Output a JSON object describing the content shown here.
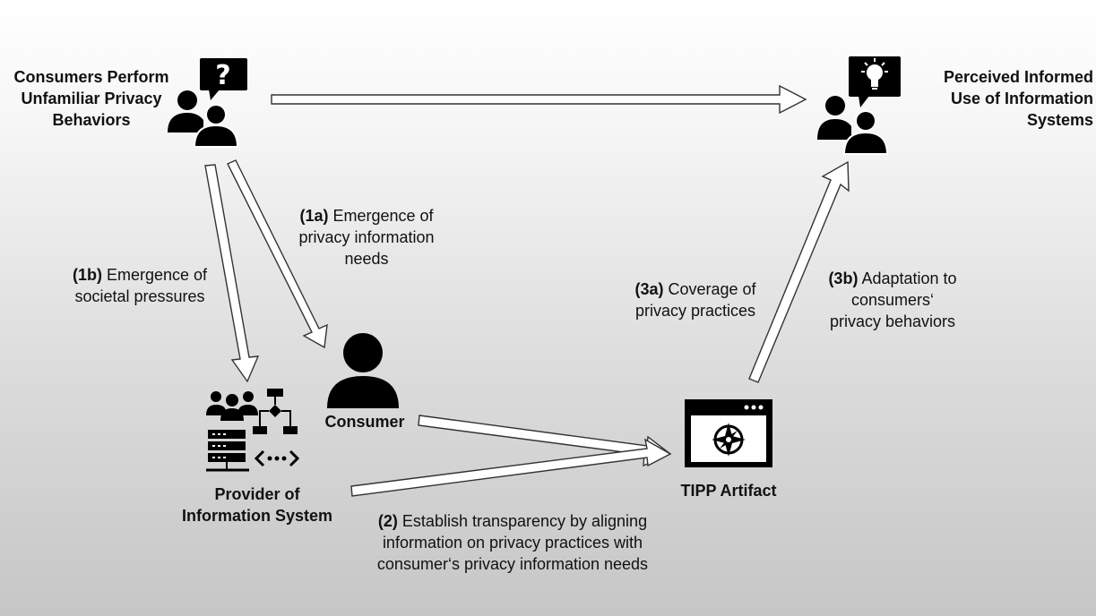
{
  "nodes": {
    "consumers_perform": {
      "title_lines": [
        "Consumers Perform",
        "Unfamiliar Privacy",
        "Behaviors"
      ],
      "icon": "people-question-icon"
    },
    "perceived_informed": {
      "title_lines": [
        "Perceived Informed",
        "Use of Information",
        "Systems"
      ],
      "icon": "people-lightbulb-icon"
    },
    "consumer": {
      "title": "Consumer",
      "icon": "person-icon"
    },
    "provider": {
      "title_lines": [
        "Provider of",
        "Information System"
      ],
      "icon": "provider-system-icon"
    },
    "tipp": {
      "title": "TIPP Artifact",
      "icon": "app-window-compass-icon"
    }
  },
  "edges": {
    "e1a": {
      "tag": "(1a)",
      "lines": [
        "Emergence of",
        "privacy information",
        "needs"
      ]
    },
    "e1b": {
      "tag": "(1b)",
      "lines": [
        "Emergence of",
        "societal pressures"
      ]
    },
    "e2": {
      "tag": "(2)",
      "lines": [
        "Establish transparency by aligning",
        "information on privacy practices with",
        "consumer‘s privacy information needs"
      ]
    },
    "e3a": {
      "tag": "(3a)",
      "lines": [
        "Coverage of",
        "privacy practices"
      ]
    },
    "e3b": {
      "tag": "(3b)",
      "lines": [
        "Adaptation to",
        "consumers‘",
        "privacy behaviors"
      ]
    }
  }
}
